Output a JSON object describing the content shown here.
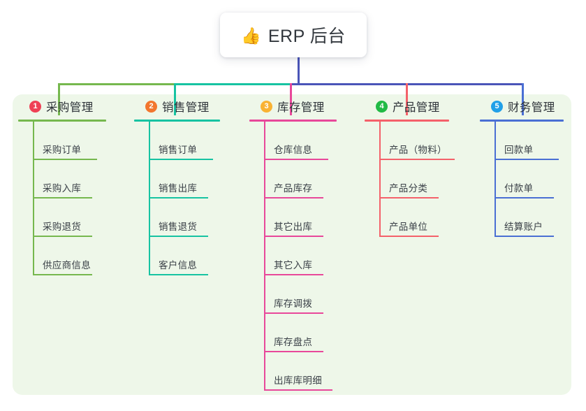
{
  "root": {
    "icon": "thumbs-up-icon",
    "emoji": "👍",
    "label": "ERP 后台"
  },
  "canvas": {
    "panel_bg": "#eef7e9",
    "page_bg": "#ffffff",
    "stem_color": "#4a55b8"
  },
  "branches": [
    {
      "number": "1",
      "title": "采购管理",
      "badge_color": "#ef4055",
      "line_color": "#76b84e",
      "connector_color": "#76b84e",
      "items": [
        {
          "label": "采购订单"
        },
        {
          "label": "采购入库"
        },
        {
          "label": "采购退货"
        },
        {
          "label": "供应商信息"
        }
      ]
    },
    {
      "number": "2",
      "title": "销售管理",
      "badge_color": "#f2762e",
      "line_color": "#17c3a2",
      "connector_color": "#17c3a2",
      "items": [
        {
          "label": "销售订单"
        },
        {
          "label": "销售出库"
        },
        {
          "label": "销售退货"
        },
        {
          "label": "客户信息"
        }
      ]
    },
    {
      "number": "3",
      "title": "库存管理",
      "badge_color": "#f9b233",
      "line_color": "#e8489a",
      "connector_color": "#e8489a",
      "items": [
        {
          "label": "仓库信息"
        },
        {
          "label": "产品库存"
        },
        {
          "label": "其它出库"
        },
        {
          "label": "其它入库"
        },
        {
          "label": "库存调拨"
        },
        {
          "label": "库存盘点"
        },
        {
          "label": "出库库明细"
        }
      ]
    },
    {
      "number": "4",
      "title": "产品管理",
      "badge_color": "#21ba45",
      "line_color": "#f4616a",
      "connector_color": "#f4616a",
      "items": [
        {
          "label": "产品（物料）"
        },
        {
          "label": "产品分类"
        },
        {
          "label": "产品单位"
        }
      ]
    },
    {
      "number": "5",
      "title": "财务管理",
      "badge_color": "#21a0e8",
      "line_color": "#4a6fd4",
      "connector_color": "#4a6fd4",
      "items": [
        {
          "label": "回款单"
        },
        {
          "label": "付款单"
        },
        {
          "label": "结算账户"
        }
      ]
    }
  ]
}
